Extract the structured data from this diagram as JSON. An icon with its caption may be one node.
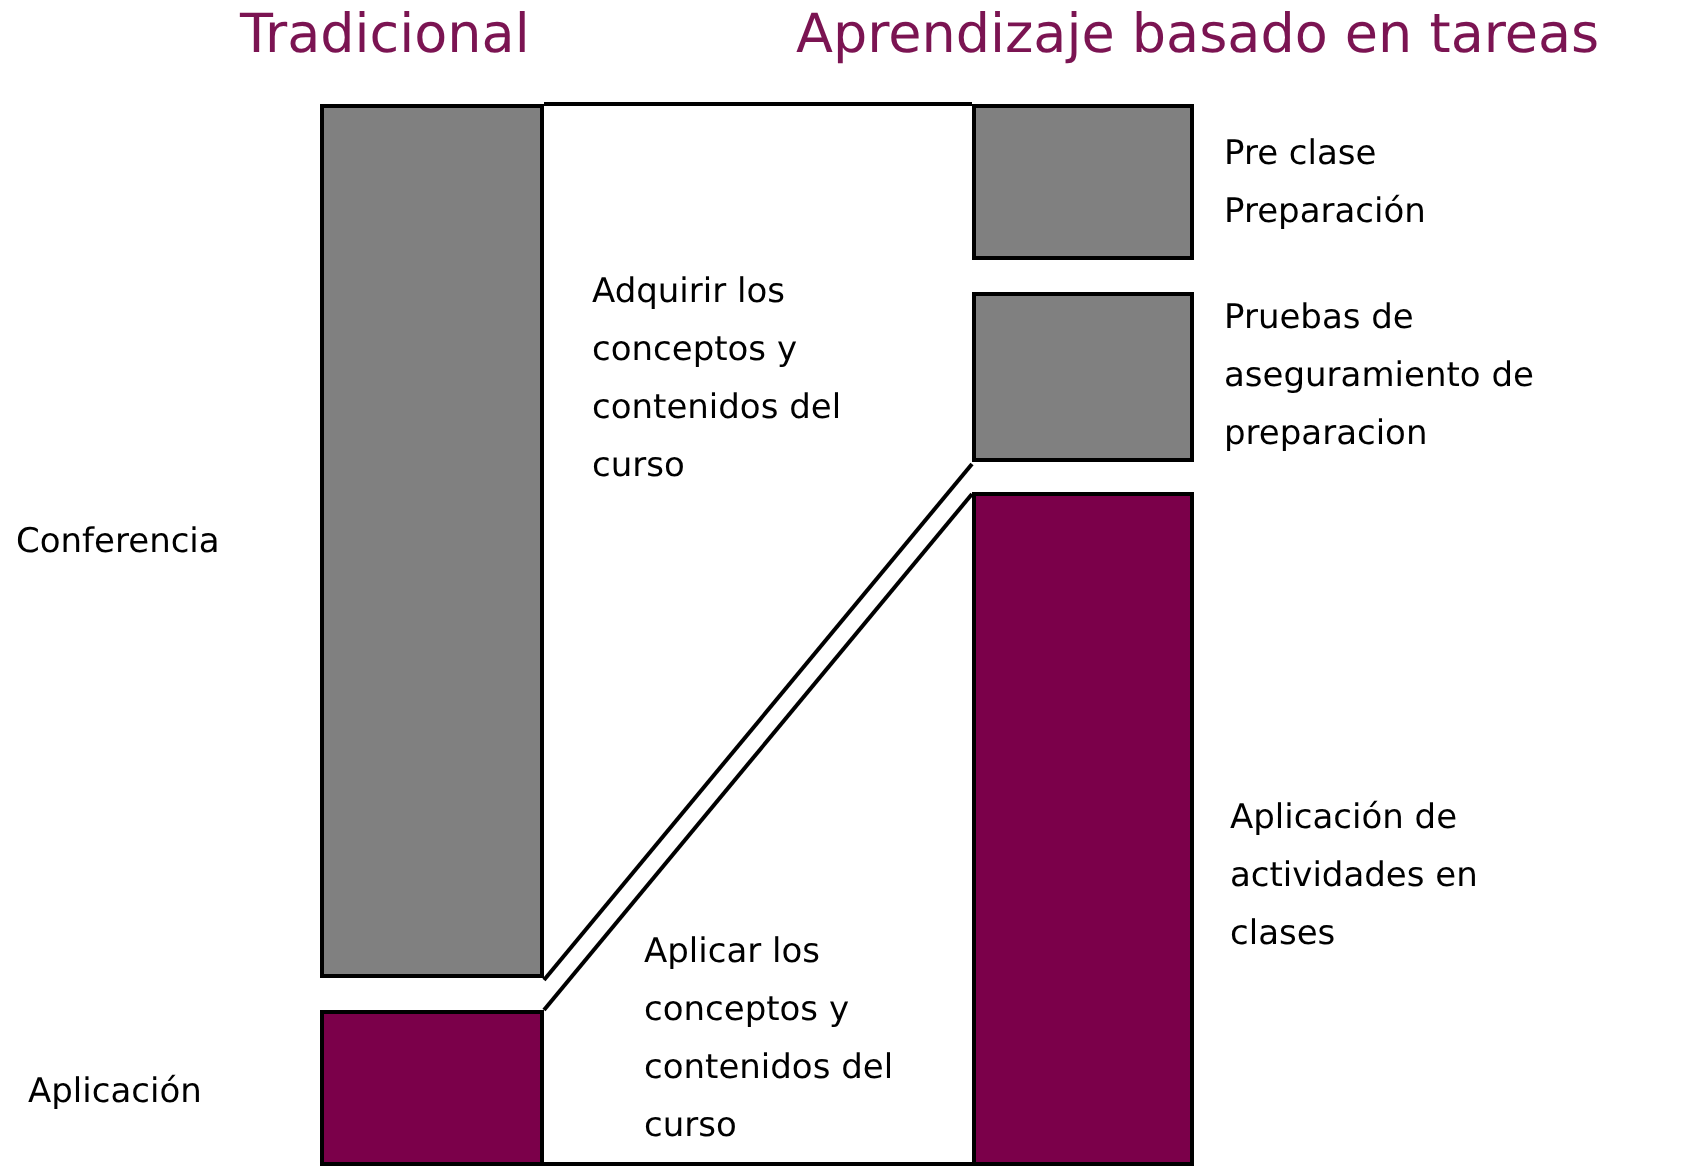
{
  "diagram": {
    "nodes": [
      {
        "text": [],
        "shape": "bar",
        "beside": [
          "Conferencia"
        ]
      },
      {
        "text": [],
        "shape": "bar",
        "beside": [
          "Aplicación"
        ]
      },
      {
        "text": [],
        "shape": "bar",
        "beside": [
          "Pre clase Preparación"
        ]
      },
      {
        "text": [],
        "shape": "bar",
        "beside": [
          "Pruebas de aseguramiento de preparacion"
        ]
      },
      {
        "text": [],
        "shape": "bar",
        "beside": [
          "Aplicación de actividades en clases"
        ]
      }
    ],
    "labels": [
      "Tradicional",
      "Aprendizaje basado en tareas",
      "Adquirir los conceptos y contenidos del curso",
      "Aplicar los conceptos y contenidos del curso"
    ]
  }
}
